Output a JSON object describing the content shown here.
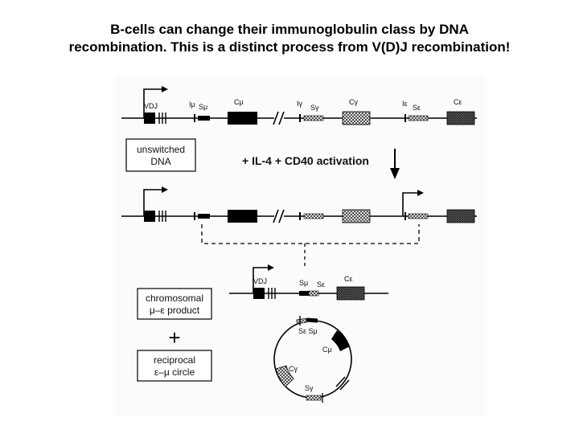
{
  "slide": {
    "title_line1": "B-cells can change their immunoglobulin class by DNA",
    "title_line2": "recombination.  This is a distinct process from V(D)J recombination!"
  },
  "figure": {
    "top_strand": {
      "labels": {
        "vdj": "VDJ",
        "i_mu": "Iμ",
        "s_mu": "Sμ",
        "c_mu": "Cμ",
        "i_gamma": "Iγ",
        "s_gamma": "Sγ",
        "c_gamma": "Cγ",
        "i_epsilon": "Iε",
        "s_epsilon": "Sε",
        "c_epsilon": "Cε"
      }
    },
    "unswitched_box": {
      "line1": "unswitched",
      "line2": "DNA"
    },
    "activation_label": "+ IL-4 + CD40 activation",
    "product_strand": {
      "labels": {
        "vdj": "VDJ",
        "s_mu": "Sμ",
        "s_epsilon": "Sε",
        "c_epsilon": "Cε"
      }
    },
    "chromosomal_box": {
      "line1": "chromosomal",
      "line2": "μ–ε product"
    },
    "plus_sign": "+",
    "reciprocal_box": {
      "line1": "reciprocal",
      "line2": "ε–μ circle"
    },
    "circle": {
      "labels": {
        "s_epsilon_s_mu": "Sε Sμ",
        "c_mu": "Cμ",
        "c_gamma": "Cγ",
        "s_gamma": "Sγ"
      }
    }
  }
}
